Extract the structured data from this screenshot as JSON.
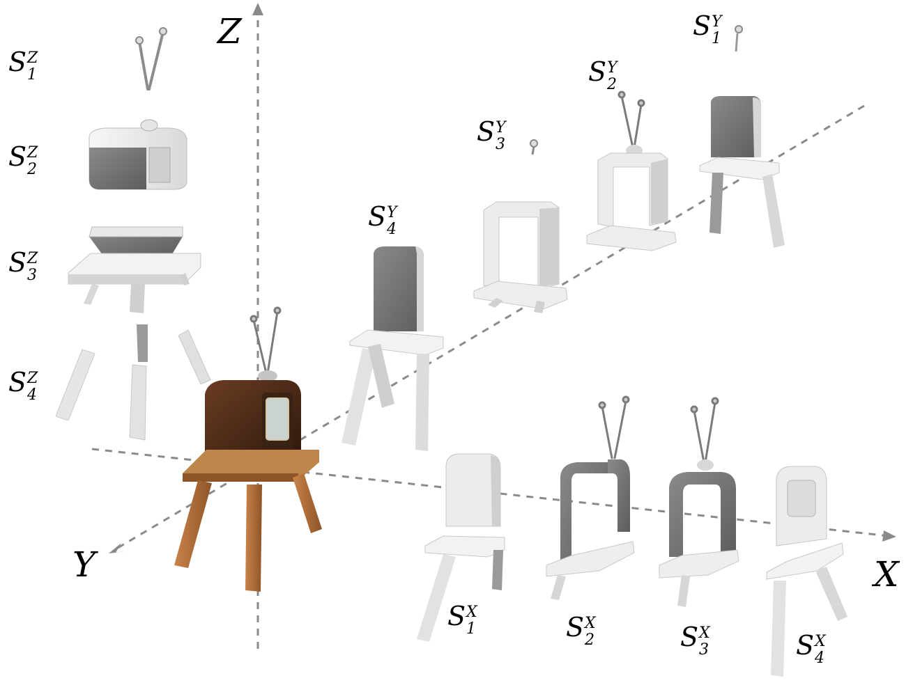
{
  "axes": {
    "x_label": "X",
    "y_label": "Y",
    "z_label": "Z"
  },
  "parts": {
    "z": [
      {
        "base": "S",
        "sup": "Z",
        "sub": "1"
      },
      {
        "base": "S",
        "sup": "Z",
        "sub": "2"
      },
      {
        "base": "S",
        "sup": "Z",
        "sub": "3"
      },
      {
        "base": "S",
        "sup": "Z",
        "sub": "4"
      }
    ],
    "y": [
      {
        "base": "S",
        "sup": "Y",
        "sub": "1"
      },
      {
        "base": "S",
        "sup": "Y",
        "sub": "2"
      },
      {
        "base": "S",
        "sup": "Y",
        "sub": "3"
      },
      {
        "base": "S",
        "sup": "Y",
        "sub": "4"
      }
    ],
    "x": [
      {
        "base": "S",
        "sup": "X",
        "sub": "1"
      },
      {
        "base": "S",
        "sup": "X",
        "sub": "2"
      },
      {
        "base": "S",
        "sup": "X",
        "sub": "3"
      },
      {
        "base": "S",
        "sup": "X",
        "sub": "4"
      }
    ]
  },
  "colors": {
    "axis_dashes": "#8a8a8a",
    "part_light": "#eeeeee",
    "part_mid": "#bdbdbd",
    "part_dark": "#6e6e6e",
    "tv_wood": "#5a3420",
    "stool_wood": "#b8743f"
  }
}
